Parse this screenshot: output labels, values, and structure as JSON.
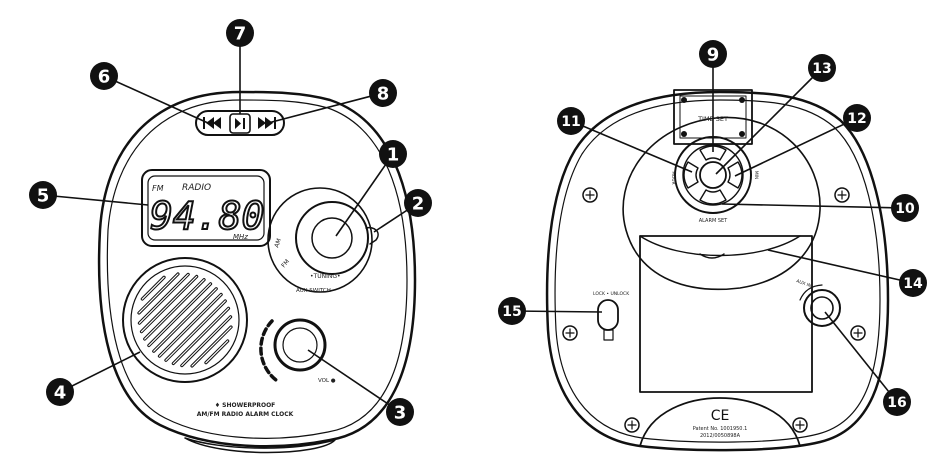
{
  "front": {
    "display": {
      "band": "FM",
      "label": "RADIO",
      "frequency": "94.80",
      "unit": "MHz"
    },
    "tuner": {
      "label_am": "AM",
      "label_fm": "FM",
      "label_tuning": "•TUNING•",
      "label_aux": "AUX  SWITCH"
    },
    "volume_label": "VOL ●",
    "footer_line1": "♦ SHOWERPROOF",
    "footer_line2": "AM/FM RADIO ALARM CLOCK"
  },
  "back": {
    "time_set_label": "TIME SET",
    "hour_label": "HOUR",
    "min_label": "MIN",
    "alarm_set_label": "ALARM SET",
    "lock_label": "LOCK • UNLOCK",
    "aux_label": "AUX IN",
    "ce_mark": "CE",
    "patent_line1": "Patent No. 1001950.1",
    "patent_line2": "2012/0050898A"
  },
  "callouts": [
    {
      "id": "c1",
      "num": "1"
    },
    {
      "id": "c2",
      "num": "2"
    },
    {
      "id": "c3",
      "num": "3"
    },
    {
      "id": "c4",
      "num": "4"
    },
    {
      "id": "c5",
      "num": "5"
    },
    {
      "id": "c6",
      "num": "6"
    },
    {
      "id": "c7",
      "num": "7"
    },
    {
      "id": "c8",
      "num": "8"
    },
    {
      "id": "c9",
      "num": "9"
    },
    {
      "id": "c10",
      "num": "10"
    },
    {
      "id": "c11",
      "num": "11"
    },
    {
      "id": "c12",
      "num": "12"
    },
    {
      "id": "c13",
      "num": "13"
    },
    {
      "id": "c14",
      "num": "14"
    },
    {
      "id": "c15",
      "num": "15"
    },
    {
      "id": "c16",
      "num": "16"
    }
  ]
}
